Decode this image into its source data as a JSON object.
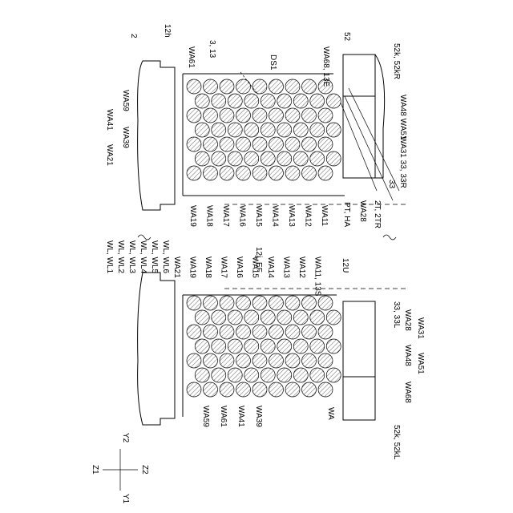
{
  "figure": {
    "ref_2": "2",
    "ref_3_13": "3, 13",
    "ref_12h": "12h",
    "ref_52": "52",
    "ref_ds1": "DS1",
    "ref_wa": "WA",
    "ref_52k_52kR": "52k, 52kR",
    "ref_52k_52kL": "52k, 52kL",
    "ref_wa68_13e": "WA68, 13E",
    "ref_wa11_13s": "WA11, 13S",
    "ref_12u": "12U",
    "ref_33_33R": "33, 33R",
    "ref_33": "33",
    "ref_33_33L": "33, 33L",
    "ref_pt_ha": "PT, HA",
    "ref_2t_2tr": "2T, 2TR",
    "ref_12j_ef": "12j, EF",
    "ref_wl": "WL, WL1"
  },
  "upper_labels": {
    "wa61": "WA61",
    "wa59": "WA59",
    "wa41": "WA41",
    "wa39": "WA39",
    "wa21": "WA21",
    "wa48_wa51": "WA48  WA51",
    "wa31_wa48": "WA31  WA48",
    "wa31_33_33R": "WA31  33, 33R",
    "wa28": "WA28"
  },
  "upper_bottom_labels": [
    "WA19",
    "WA18",
    "WA17",
    "WA16",
    "WA15",
    "WA14",
    "WA13",
    "WA12",
    "WA11"
  ],
  "lower_top_labels": [
    "WA21",
    "WA19",
    "WA18",
    "WA17",
    "WA16",
    "WA15",
    "WA14",
    "WA13",
    "WA12",
    "WA11, 13S"
  ],
  "lower_wl_labels": [
    "WL, WL1",
    "WL, WL2",
    "WL, WL3",
    "WL, WL4",
    "WL, WL5",
    "WL, WL6"
  ],
  "lower_bottom_labels": [
    "WA59",
    "WA61",
    "WA41",
    "WA39"
  ],
  "lower_right_labels": [
    "WA28",
    "WA31",
    "WA48",
    "WA51",
    "WA68"
  ],
  "axes": {
    "z1": "Z1",
    "z2": "Z2",
    "y1": "Y1",
    "y2": "Y2"
  }
}
